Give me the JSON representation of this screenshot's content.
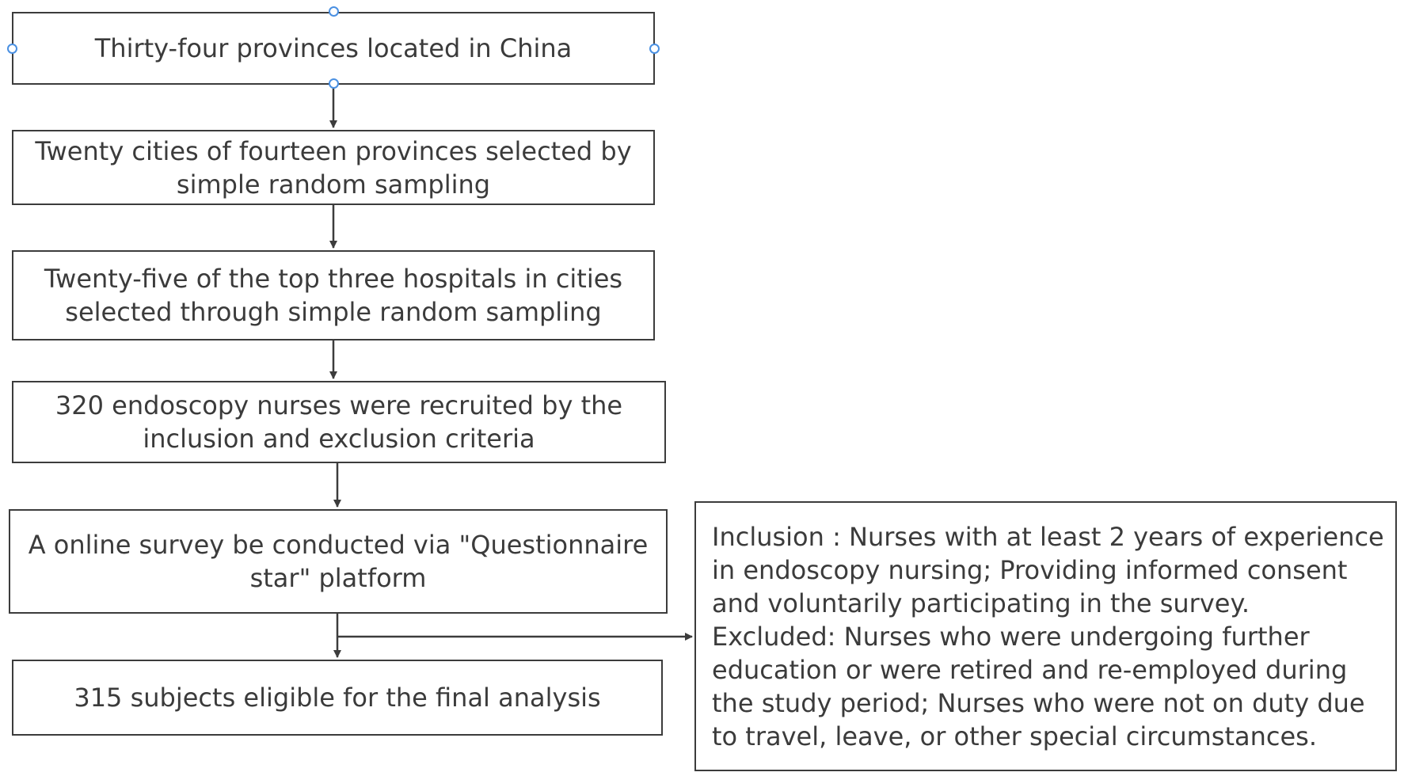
{
  "flowchart": {
    "steps": [
      {
        "lines": [
          "Thirty-four provinces located in China"
        ]
      },
      {
        "lines": [
          "Twenty cities of fourteen provinces selected by",
          "simple random  sampling"
        ]
      },
      {
        "lines": [
          "Twenty-five of the top three hospitals in cities",
          "selected through simple random sampling"
        ]
      },
      {
        "lines": [
          "320  endoscopy  nurses were recruited by the",
          "inclusion and exclusion criteria"
        ]
      },
      {
        "lines": [
          "A online survey be conducted via \"Questionnaire",
          "star\" platform"
        ]
      },
      {
        "lines": [
          "315 subjects eligible for the final analysis"
        ]
      }
    ],
    "criteria_note": {
      "lines": [
        "Inclusion : Nurses with at least 2 years of experience",
        "in endoscopy nursing; Providing informed consent",
        "and voluntarily participating in the survey.",
        "Excluded: Nurses who were undergoing further",
        "education or were retired and re-employed during",
        "the study period; Nurses who were not on duty due",
        "to travel, leave, or other special circumstances."
      ]
    }
  },
  "colors": {
    "border": "#3c3c3c",
    "text": "#3b3b3b",
    "selection_handle": "#4a90e2"
  }
}
